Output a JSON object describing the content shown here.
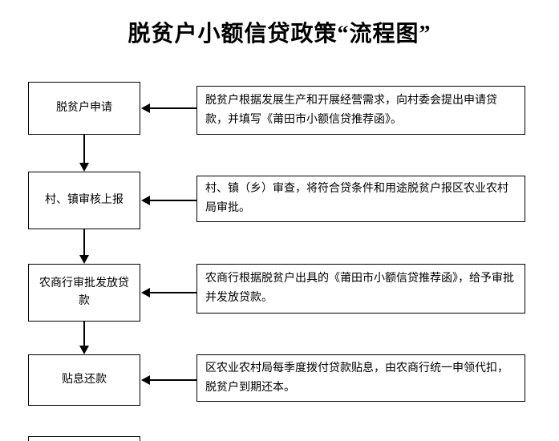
{
  "title": "脱贫户小额信贷政策“流程图”",
  "steps": [
    {
      "label": "脱贫户申请",
      "description": "脱贫户根据发展生产和开展经营需求，向村委会提出申请贷款，并填写《莆田市小额信贷推荐函》。"
    },
    {
      "label": "村、镇审核上报",
      "description": "村、镇（乡）审查，将符合贷条件和用途脱贫户报区农业农村局审批。"
    },
    {
      "label": "农商行审批发放贷款",
      "description": "农商行根据脱贫户出具的《莆田市小额信贷推荐函》，给予审批并发放贷款。"
    },
    {
      "label": "贴息还款",
      "description": "区农业农村局每季度拨付贷款贴息，由农商行统一申领代扣，脱贫户到期还本。"
    }
  ],
  "colors": {
    "border": "#000000",
    "background": "#ffffff",
    "text": "#000000"
  }
}
